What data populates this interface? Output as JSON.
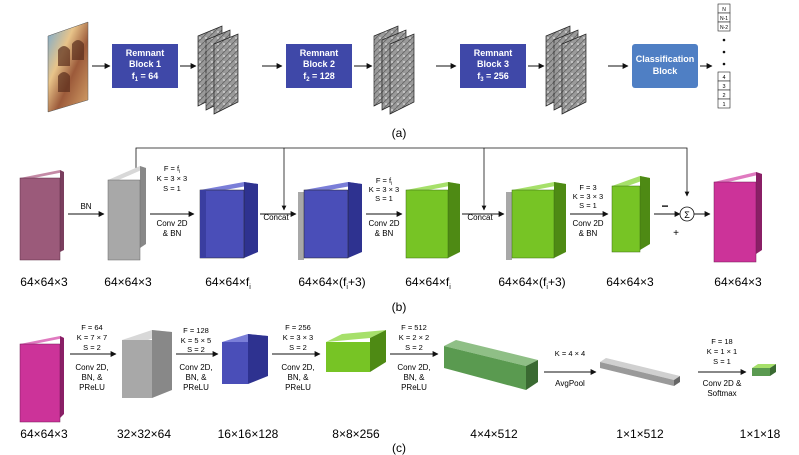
{
  "part_a": {
    "blocks": [
      {
        "title": "Remnant",
        "line2": "Block 1",
        "filter": "f",
        "sub": "1",
        "val": " = 64"
      },
      {
        "title": "Remnant",
        "line2": "Block 2",
        "filter": "f",
        "sub": "2",
        "val": " = 128"
      },
      {
        "title": "Remnant",
        "line2": "Block 3",
        "filter": "f",
        "sub": "3",
        "val": " = 256"
      }
    ],
    "classification": {
      "line1": "Classification",
      "line2": "Block"
    },
    "output_labels": [
      "N",
      "N-1",
      "N-2",
      "4",
      "3",
      "2",
      "1"
    ],
    "caption": "(a)"
  },
  "part_b": {
    "bn_label": "BN",
    "conv1": [
      "F = f",
      "K = 3 × 3",
      "S = 1",
      "Conv 2D",
      "& BN"
    ],
    "conv1_sub": "i",
    "conv2": [
      "F = f",
      "K = 3 × 3",
      "S = 1",
      "Conv 2D",
      "& BN"
    ],
    "conv2_sub": "i",
    "conv3": [
      "F = 3",
      "K = 3 × 3",
      "S = 1",
      "Conv 2D",
      "& BN"
    ],
    "concat": "Concat",
    "minus": "−",
    "plus": "+",
    "sum": "Σ",
    "dims": [
      "64×64×3",
      "64×64×3",
      "64×64×f",
      "64×64×(f",
      "64×64×f",
      "64×64×(f",
      "64×64×3",
      "64×64×3"
    ],
    "dim_sub": "i",
    "dim_suffix": "+3)",
    "caption": "(b)"
  },
  "part_c": {
    "convs": [
      [
        "F = 64",
        "K = 7 × 7",
        "S = 2",
        "Conv 2D,",
        "BN, &",
        "PReLU"
      ],
      [
        "F = 128",
        "K = 5 × 5",
        "S = 2",
        "Conv 2D,",
        "BN, &",
        "PReLU"
      ],
      [
        "F = 256",
        "K = 3 × 3",
        "S = 2",
        "Conv 2D,",
        "BN, &",
        "PReLU"
      ],
      [
        "F = 512",
        "K = 2 × 2",
        "S = 2",
        "Conv 2D,",
        "BN, &",
        "PReLU"
      ]
    ],
    "avgpool": [
      "K = 4 × 4",
      "AvgPool"
    ],
    "final": [
      "F = 18",
      "K = 1 × 1",
      "S = 1",
      "Conv 2D &",
      "Softmax"
    ],
    "dims": [
      "64×64×3",
      "32×32×64",
      "16×16×128",
      "8×8×256",
      "4×4×512",
      "1×1×512",
      "1×1×18"
    ],
    "caption": "(c)"
  },
  "colors": {
    "blue_block": "#3f48a8",
    "cls_block": "#4f7fc4",
    "magenta": "#cc3399",
    "mauve": "#9b5a7a",
    "purple": "#4a4eb8",
    "green": "#77c425",
    "gray": "#a8a8a8",
    "dkgreen": "#5a9a50"
  }
}
